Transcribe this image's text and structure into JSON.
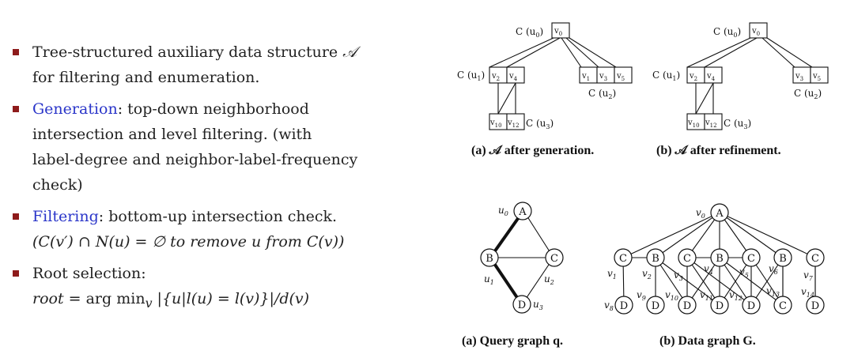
{
  "bullets": [
    {
      "pre": "Tree-structured auxiliary data structure ",
      "math": "𝒜",
      "line2": "for filtering and enumeration."
    },
    {
      "keyword": "Generation",
      "line1": ": top-down neighborhood",
      "line2": "intersection and level filtering. (with",
      "line3": "label-degree and neighbor-label-frequency",
      "line4": "check)"
    },
    {
      "keyword": "Filtering",
      "line1": ": bottom-up intersection check.",
      "line2": "(C(v′) ∩ N(u) = ∅ to remove u from C(v))"
    },
    {
      "line1": "Root selection:",
      "line2_root": "root",
      "line2_rest": " = arg min",
      "line2_sub": "v",
      "line2_tail": " |{u|l(u) = l(v)}|/d(v)"
    }
  ],
  "figures": {
    "a_gen": {
      "caption": "(a) 𝒜 after generation.",
      "root_label": "C (u",
      "root_sub": "0",
      "root_node": "v",
      "root_node_sub": "0",
      "left_label": "C (u",
      "left_sub": "1",
      "left_nodes": [
        [
          "v",
          "2"
        ],
        [
          "v",
          "4"
        ]
      ],
      "right_nodes": [
        [
          "v",
          "1"
        ],
        [
          "v",
          "3"
        ],
        [
          "v",
          "5"
        ]
      ],
      "right_label": "C (u",
      "right_sub": "2",
      "bottom_nodes": [
        [
          "v",
          "10"
        ],
        [
          "v",
          "12"
        ]
      ],
      "bottom_label": "C (u",
      "bottom_sub": "3"
    },
    "b_ref": {
      "caption": "(b) 𝒜 after refinement.",
      "root_label": "C (u",
      "root_sub": "0",
      "root_node": "v",
      "root_node_sub": "0",
      "left_label": "C (u",
      "left_sub": "1",
      "left_nodes": [
        [
          "v",
          "2"
        ],
        [
          "v",
          "4"
        ]
      ],
      "right_nodes": [
        [
          "v",
          "3"
        ],
        [
          "v",
          "5"
        ]
      ],
      "right_label": "C (u",
      "right_sub": "2",
      "bottom_nodes": [
        [
          "v",
          "10"
        ],
        [
          "v",
          "12"
        ]
      ],
      "bottom_label": "C (u",
      "bottom_sub": "3"
    },
    "q": {
      "caption": "(a) Query graph q.",
      "nodes": [
        {
          "id": "u0",
          "label": "A",
          "name": "u",
          "sub": "0"
        },
        {
          "id": "u1",
          "label": "B",
          "name": "u",
          "sub": "1"
        },
        {
          "id": "u2",
          "label": "C",
          "name": "u",
          "sub": "2"
        },
        {
          "id": "u3",
          "label": "D",
          "name": "u",
          "sub": "3"
        }
      ]
    },
    "g": {
      "caption": "(b) Data graph G.",
      "root": {
        "label": "A",
        "name": "v",
        "sub": "0"
      },
      "mid": [
        {
          "label": "C",
          "sub": "1"
        },
        {
          "label": "B",
          "sub": "2"
        },
        {
          "label": "C",
          "sub": "3"
        },
        {
          "label": "B",
          "sub": "4"
        },
        {
          "label": "C",
          "sub": "5"
        },
        {
          "label": "B",
          "sub": "6"
        },
        {
          "label": "C",
          "sub": "7"
        }
      ],
      "bottom": [
        {
          "label": "D",
          "sub": "8"
        },
        {
          "label": "D",
          "sub": "9"
        },
        {
          "label": "D",
          "sub": "10"
        },
        {
          "label": "D",
          "sub": "11"
        },
        {
          "label": "D",
          "sub": "12"
        },
        {
          "label": "C",
          "sub": "13"
        },
        {
          "label": "D",
          "sub": "14"
        }
      ]
    }
  }
}
